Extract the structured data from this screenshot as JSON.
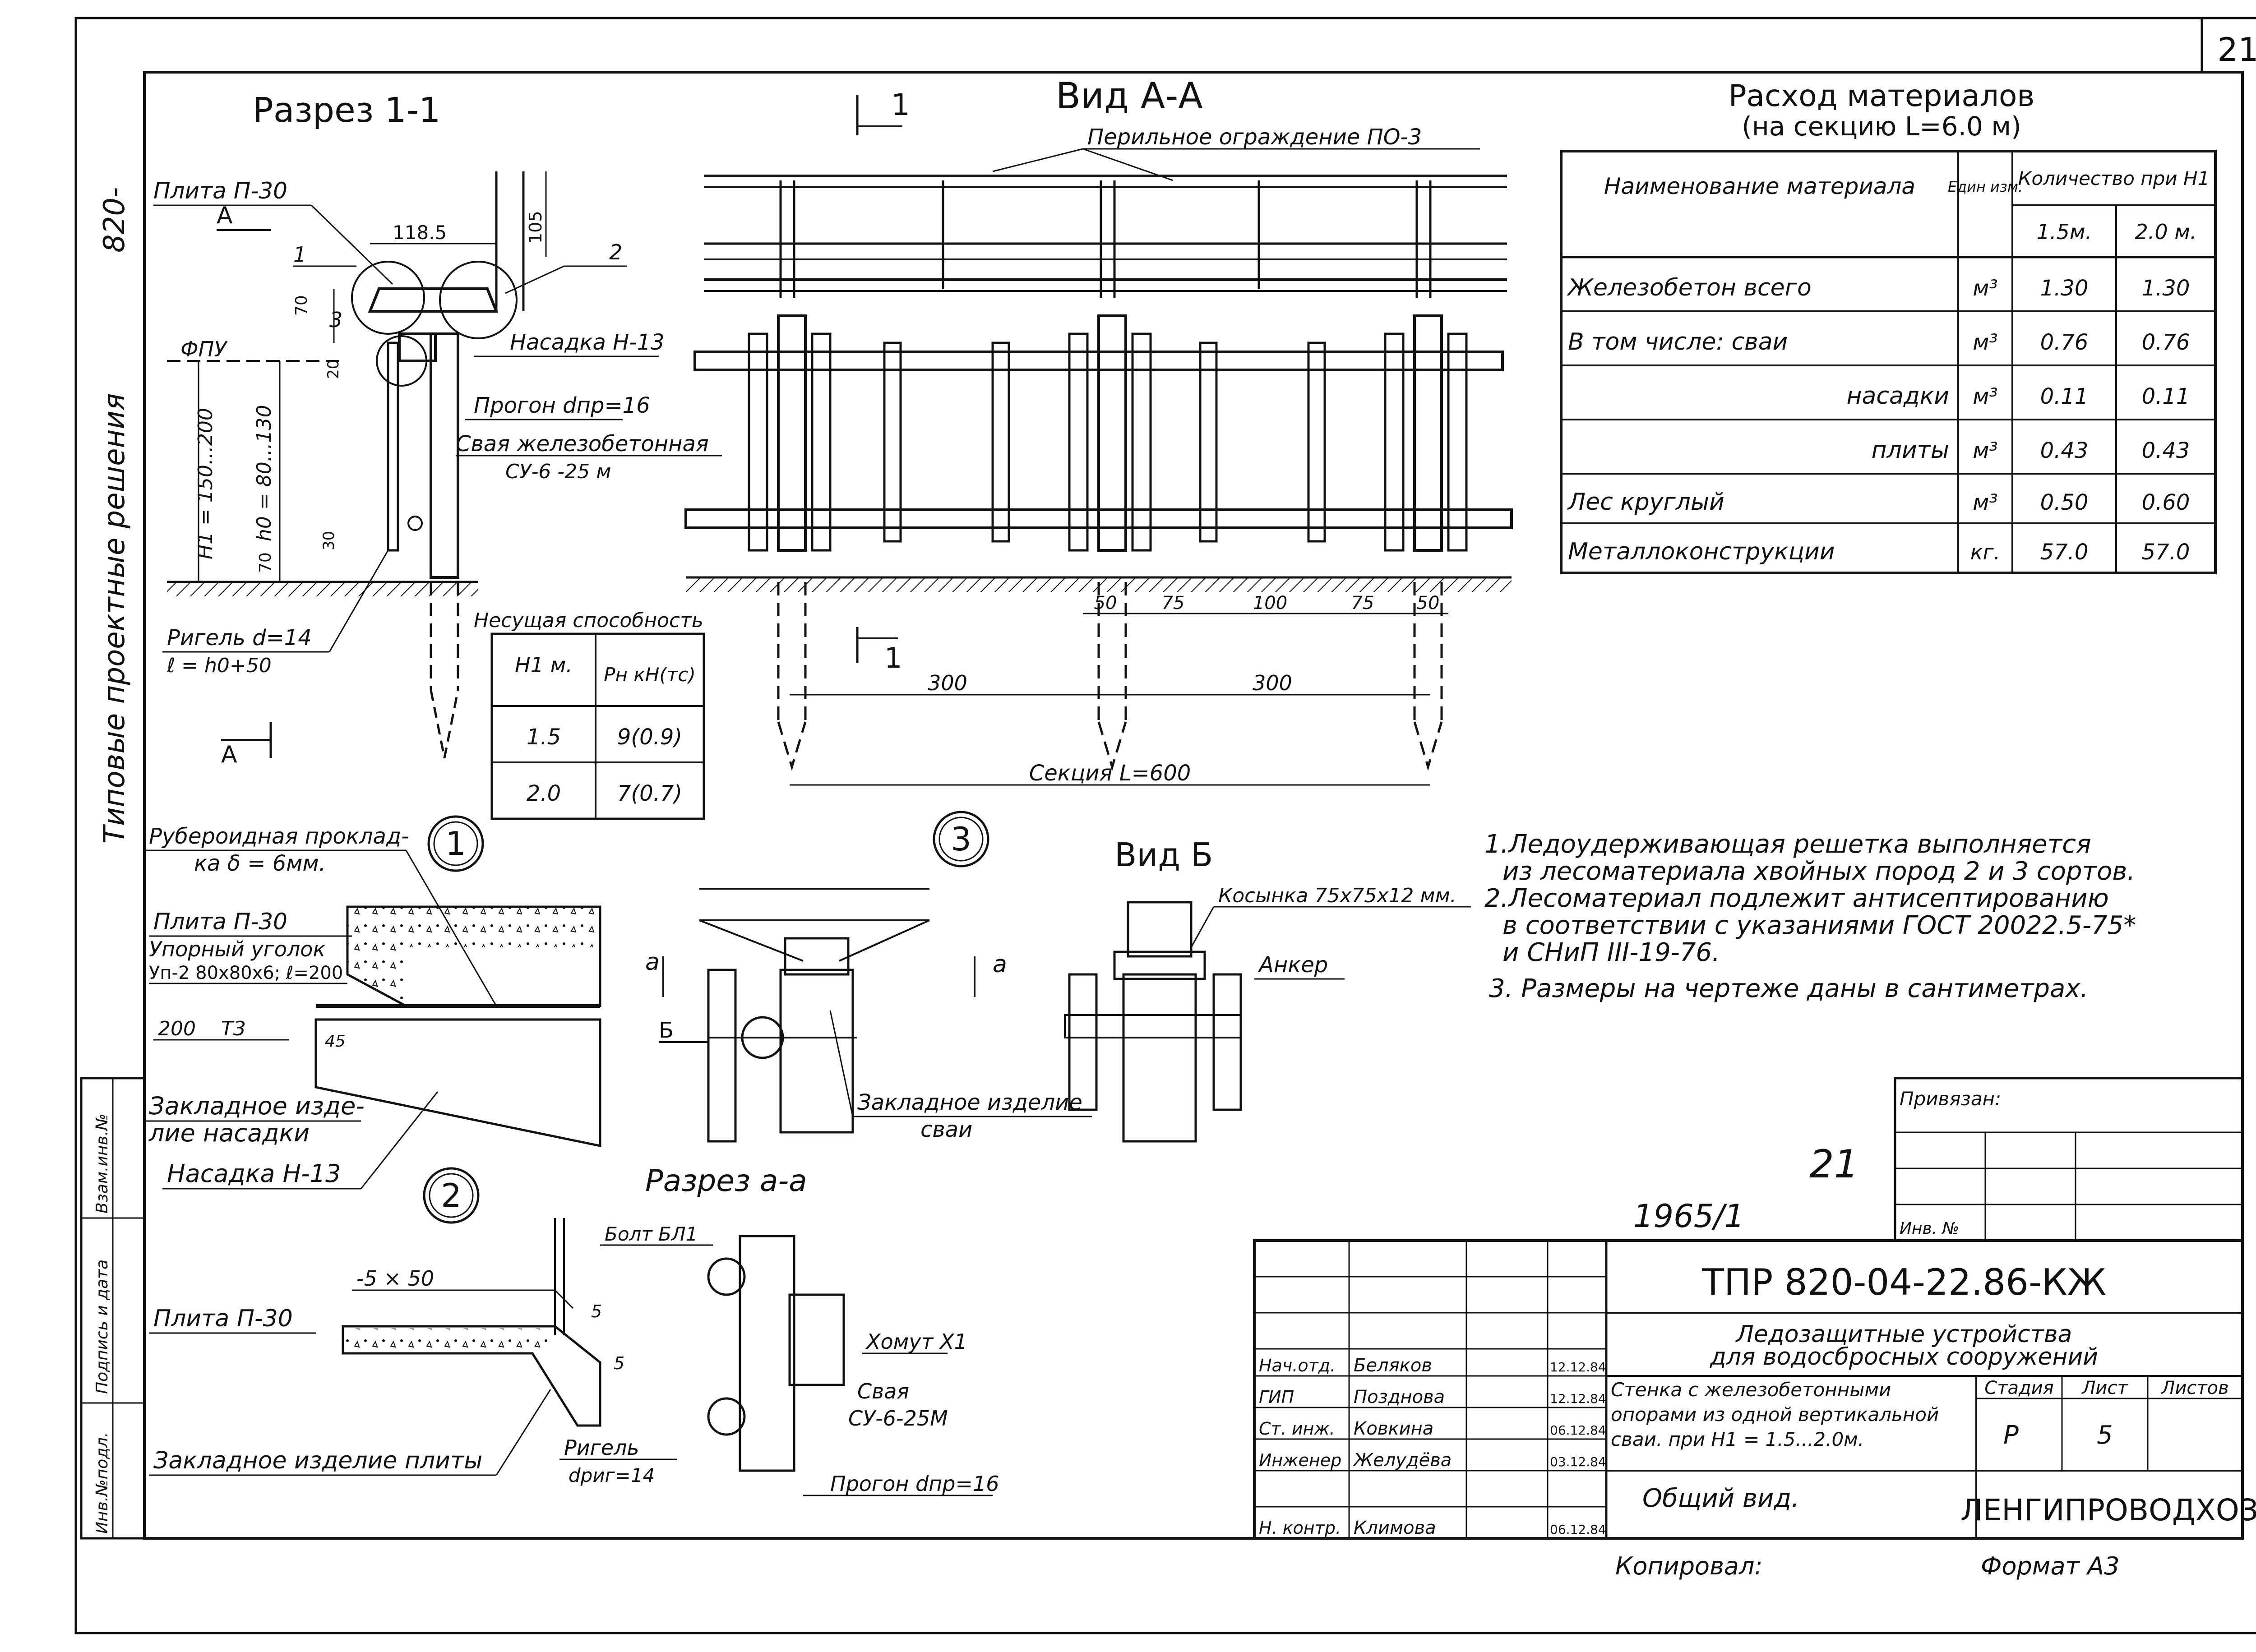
{
  "sheet": {
    "page_number": "21",
    "side_stamp": {
      "series": "Типовые проектные решения",
      "number": "820-"
    },
    "left_stamp_cells": [
      "Инв.№подл.",
      "Подпись и дата",
      "Взам.инв.№"
    ]
  },
  "section11": {
    "title": "Разрез 1-1",
    "labels": {
      "plate": "Плита П-30",
      "a_mark": "А",
      "dim_width": "118.5",
      "dim_105": "105",
      "num1": "1",
      "num2": "2",
      "num3": "3",
      "dim_70a": "70",
      "fpu": "ФПУ",
      "cap": "Насадка Н-13",
      "dim_20": "20",
      "h1": "Н1 = 150...200",
      "h0": "h0 = 80...130",
      "purlin": "Прогон dпр=16",
      "pile": "Свая железобетонная",
      "pile_type": "СУ-6 -25 м",
      "dim_70b": "70",
      "dim_30": "30",
      "beam": "Ригель d=14",
      "beam_len": "ℓ = h0+50",
      "a_mark2": "А"
    }
  },
  "capacity_table": {
    "title": "Несущая способность",
    "headers": [
      "Н1 м.",
      "Рн кН(тс)"
    ],
    "rows": [
      [
        "1.5",
        "9(0.9)"
      ],
      [
        "2.0",
        "7(0.7)"
      ]
    ]
  },
  "view_aa": {
    "title": "Вид А-А",
    "railing": "Перильное ограждение ПО-3",
    "section_mark": "1",
    "dims_small": [
      "50",
      "75",
      "100",
      "75",
      "50"
    ],
    "dims_span": [
      "300",
      "300"
    ],
    "section_length": "Секция L=600"
  },
  "materials": {
    "title": "Расход материалов",
    "subtitle": "(на секцию L=6.0 м)",
    "header_name": "Наименование материала",
    "header_unit": "Един изм.",
    "header_qty": "Количество при Н1",
    "qty_cols": [
      "1.5м.",
      "2.0 м."
    ],
    "rows": [
      {
        "name": "Железобетон всего",
        "unit": "м³",
        "q1": "1.30",
        "q2": "1.30"
      },
      {
        "name": "В том числе: сваи",
        "unit": "м³",
        "q1": "0.76",
        "q2": "0.76"
      },
      {
        "name": "насадки",
        "unit": "м³",
        "q1": "0.11",
        "q2": "0.11"
      },
      {
        "name": "плиты",
        "unit": "м³",
        "q1": "0.43",
        "q2": "0.43"
      },
      {
        "name": "Лес круглый",
        "unit": "м³",
        "q1": "0.50",
        "q2": "0.60"
      },
      {
        "name": "Металлоконструкции",
        "unit": "кг.",
        "q1": "57.0",
        "q2": "57.0"
      }
    ]
  },
  "notes": [
    "1.Ледоудерживающая решетка выполняется",
    "из лесоматериала хвойных пород 2 и 3 сортов.",
    "2.Лесоматериал подлежит антисептированию",
    "в соответствии с указаниями ГОСТ 20022.5-75*",
    "и СНиП III-19-76.",
    "3. Размеры на чертеже даны в сантиметрах."
  ],
  "detail1": {
    "num": "1",
    "roofing": "Рубероидная проклад-",
    "roofing2": "ка δ = 6мм.",
    "plate": "Плита П-30",
    "angle": "Упорный уголок",
    "angle_spec": "Уп-2 80х80х6; ℓ=200",
    "dim200": "200",
    "dimT3": "Т3",
    "dim45": "45",
    "embed1": "Закладное изде-",
    "embed2": "лие насадки",
    "cap": "Насадка Н-13"
  },
  "detail3": {
    "num": "3",
    "a_left": "а",
    "a_right": "а",
    "b_mark": "Б",
    "embed1": "Закладное изделие",
    "embed2": "сваи"
  },
  "view_b": {
    "title": "Вид Б",
    "gusset": "Косынка 75х75х12 мм.",
    "anchor": "Анкер"
  },
  "section_aa": {
    "title": "Разрез а-а",
    "bolt": "Болт БЛ1",
    "clamp": "Хомут Х1",
    "pile": "Свая",
    "pile_type": "СУ-6-25М",
    "beam": "Ригель",
    "beam_d": "dриг=14",
    "purlin": "Прогон dпр=16"
  },
  "detail2": {
    "num": "2",
    "dim": "-5 × 50",
    "dim5a": "5",
    "dim5b": "5",
    "plate": "Плита П-30",
    "embed": "Закладное изделие плиты"
  },
  "handwriting": {
    "code": "1965/1",
    "num": "21"
  },
  "binding": {
    "label": "Привязан:",
    "inv": "Инв. №"
  },
  "title_block": {
    "code": "ТПР 820-04-22.86-КЖ",
    "project1": "Ледозащитные устройства",
    "project2": "для водосбросных сооружений",
    "sheet1": "Стенка с железобетонными",
    "sheet2": "опорами из одной вертикальной",
    "sheet3": "сваи.          при Н1 = 1.5...2.0м.",
    "drawing_name": "Общий вид.",
    "stage_h": "Стадия",
    "list_h": "Лист",
    "lists_h": "Листов",
    "stage": "Р",
    "list": "5",
    "org": "ЛЕНГИПРОВОДХОЗ",
    "staff": [
      {
        "role": "Нач.отд.",
        "name": "Беляков",
        "date": "12.12.84"
      },
      {
        "role": "ГИП",
        "name": "Позднова",
        "date": "12.12.84"
      },
      {
        "role": "Ст. инж.",
        "name": "Ковкина",
        "date": "06.12.84"
      },
      {
        "role": "Инженер",
        "name": "Желудёва",
        "date": "03.12.84"
      },
      {
        "role": "Н. контр.",
        "name": "Климова",
        "date": "06.12.84"
      }
    ]
  },
  "footer": {
    "copied": "Копировал:",
    "format": "Формат А3"
  }
}
